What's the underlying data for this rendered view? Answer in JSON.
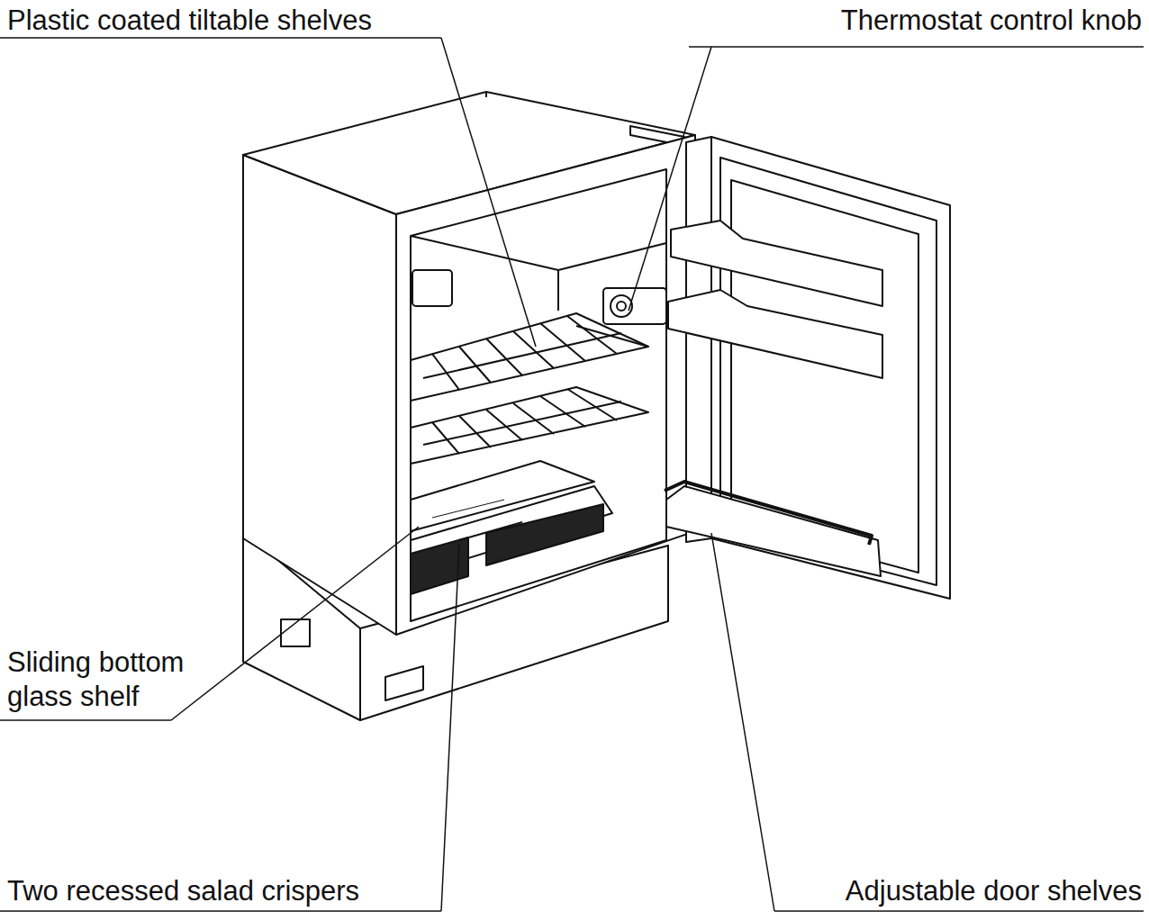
{
  "diagram": {
    "labels": [
      "Plastic coated tiltable shelves",
      "Thermostat control knob",
      "Sliding bottom glass shelf",
      "Two recessed salad crispers",
      "Adjustable door shelves"
    ]
  }
}
